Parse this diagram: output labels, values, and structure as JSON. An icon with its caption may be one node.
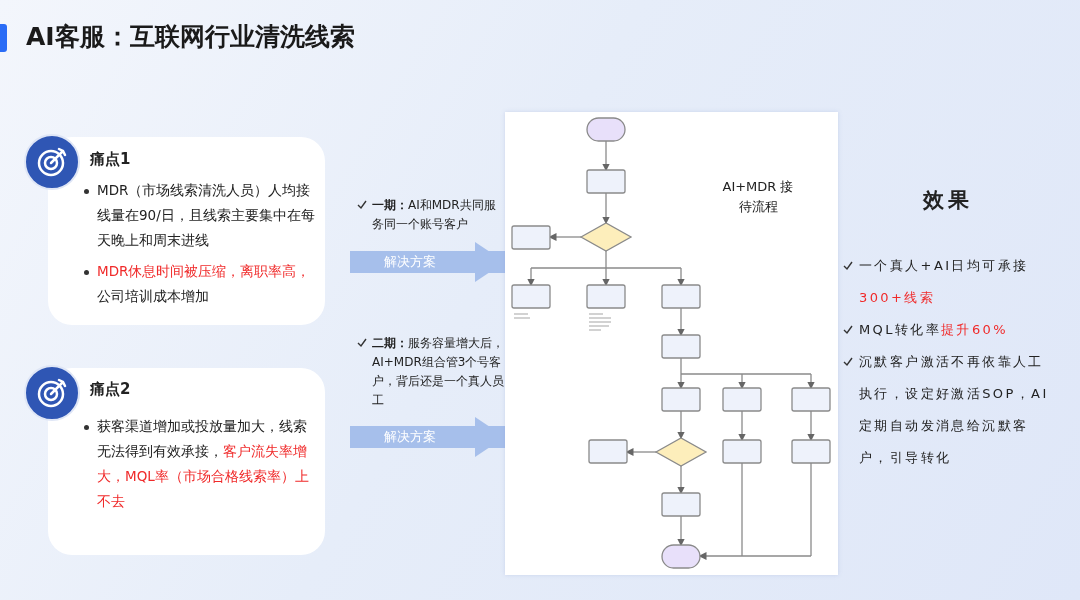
{
  "diagram": {
    "title": "AI客服：互联网行业清洗线索",
    "nodes": [
      {
        "text": [
          "痛点1",
          "MDR（市场线索清洗人员）人均接线量在90/日，且线索主要集中在每天晚上和周末进线",
          "MDR休息时间被压缩，离职率高，",
          "公司培训成本增加"
        ]
      },
      {
        "text": [
          "痛点2",
          "获客渠道增加或投放量加大，线索无法得到有效承接，",
          "客户流失率增大，MQL率（市场合格线索率）上不去"
        ]
      },
      {
        "text": [
          "AI+MDR 接待流程"
        ]
      }
    ],
    "edges": [
      {
        "from": null,
        "to": 2,
        "arrow": "to",
        "label": "解决方案"
      },
      {
        "from": null,
        "to": 2,
        "arrow": "to",
        "label": "解决方案"
      }
    ],
    "labels": [
      "**一期：**AI和MDR共同服务同一个账号客户",
      "**二期：**服务容量增大后，AI+MDR组合管3个号客户，背后还是一个真人员工",
      "效果",
      "一个真人+AI日均可承接",
      "300+线索",
      "MQL转化率",
      "提升60%",
      "沉默客户激活不再依靠人工执行，设定好激活SOP，AI定期自动发消息给沉默客户，引导转化"
    ]
  }
}
